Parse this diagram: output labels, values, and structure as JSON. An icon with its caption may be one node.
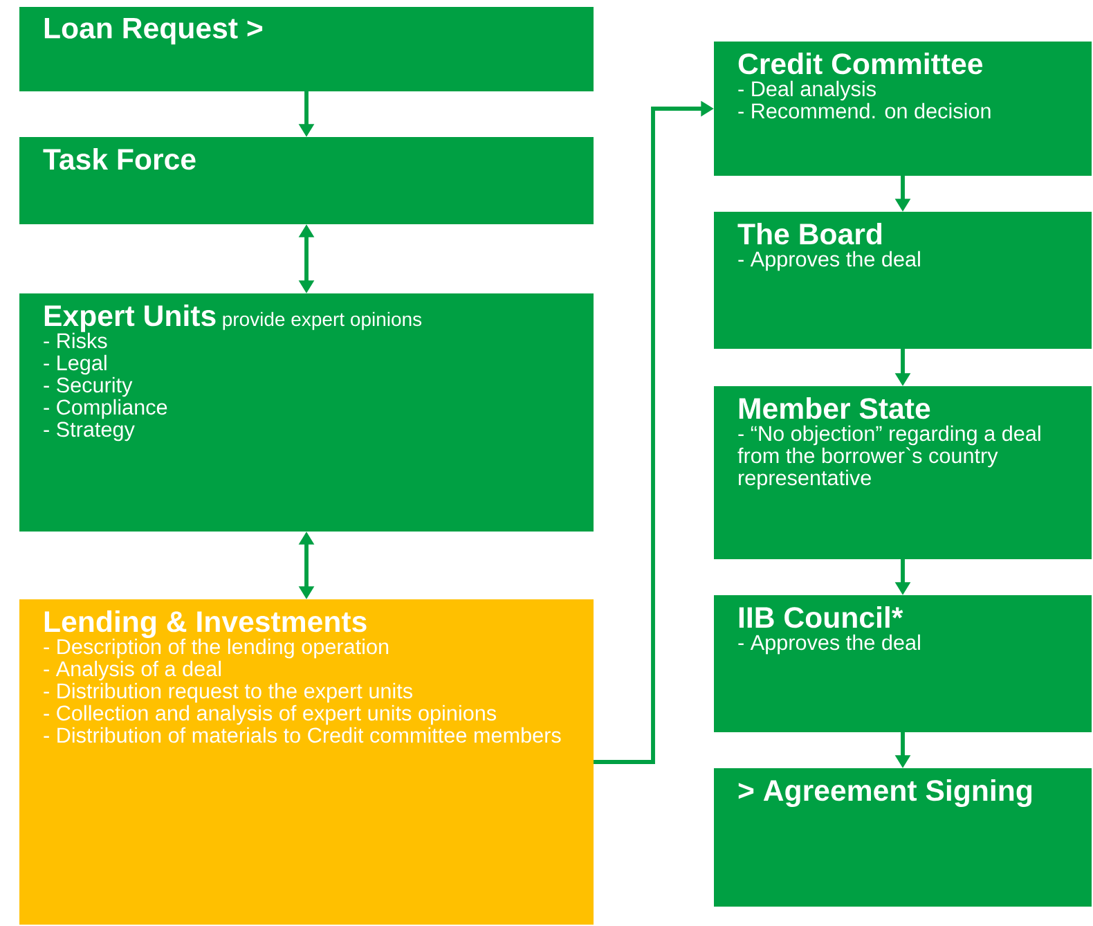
{
  "diagram": {
    "nodes": [
      {
        "text": [
          "Loan Request >"
        ]
      },
      {
        "text": [
          "Task Force"
        ]
      },
      {
        "text": [
          "Expert Units",
          "provide expert opinions",
          "- Risks",
          "- Legal",
          "- Security",
          "- Compliance",
          "- Strategy"
        ]
      },
      {
        "text": [
          "Lending & Investments",
          "- Description of the lending operation",
          "- Analysis of a deal",
          "- Distribution request to the expert units",
          "- Collection and analysis of expert units opinions",
          "- Distribution of materials to Credit committee members"
        ]
      },
      {
        "text": [
          "Credit Committee",
          "- Deal analysis",
          "- Recommend. on decision"
        ]
      },
      {
        "text": [
          "The Board",
          "- Approves the deal"
        ]
      },
      {
        "text": [
          "Member State",
          "- “No objection” regarding a deal from the borrower`s country representative"
        ]
      },
      {
        "text": [
          "IIB Council*",
          "- Approves the deal"
        ]
      },
      {
        "text": [
          "> Agreement Signing"
        ]
      }
    ],
    "edges": [
      {
        "from": 0,
        "to": 1,
        "arrow": "to"
      },
      {
        "from": 1,
        "to": 2,
        "arrow": "both"
      },
      {
        "from": 2,
        "to": 3,
        "arrow": "both"
      },
      {
        "from": 3,
        "to": 4,
        "arrow": "to"
      },
      {
        "from": 4,
        "to": 5,
        "arrow": "to"
      },
      {
        "from": 5,
        "to": 6,
        "arrow": "to"
      },
      {
        "from": 6,
        "to": 7,
        "arrow": "to"
      },
      {
        "from": 7,
        "to": 8,
        "arrow": "to"
      }
    ]
  }
}
